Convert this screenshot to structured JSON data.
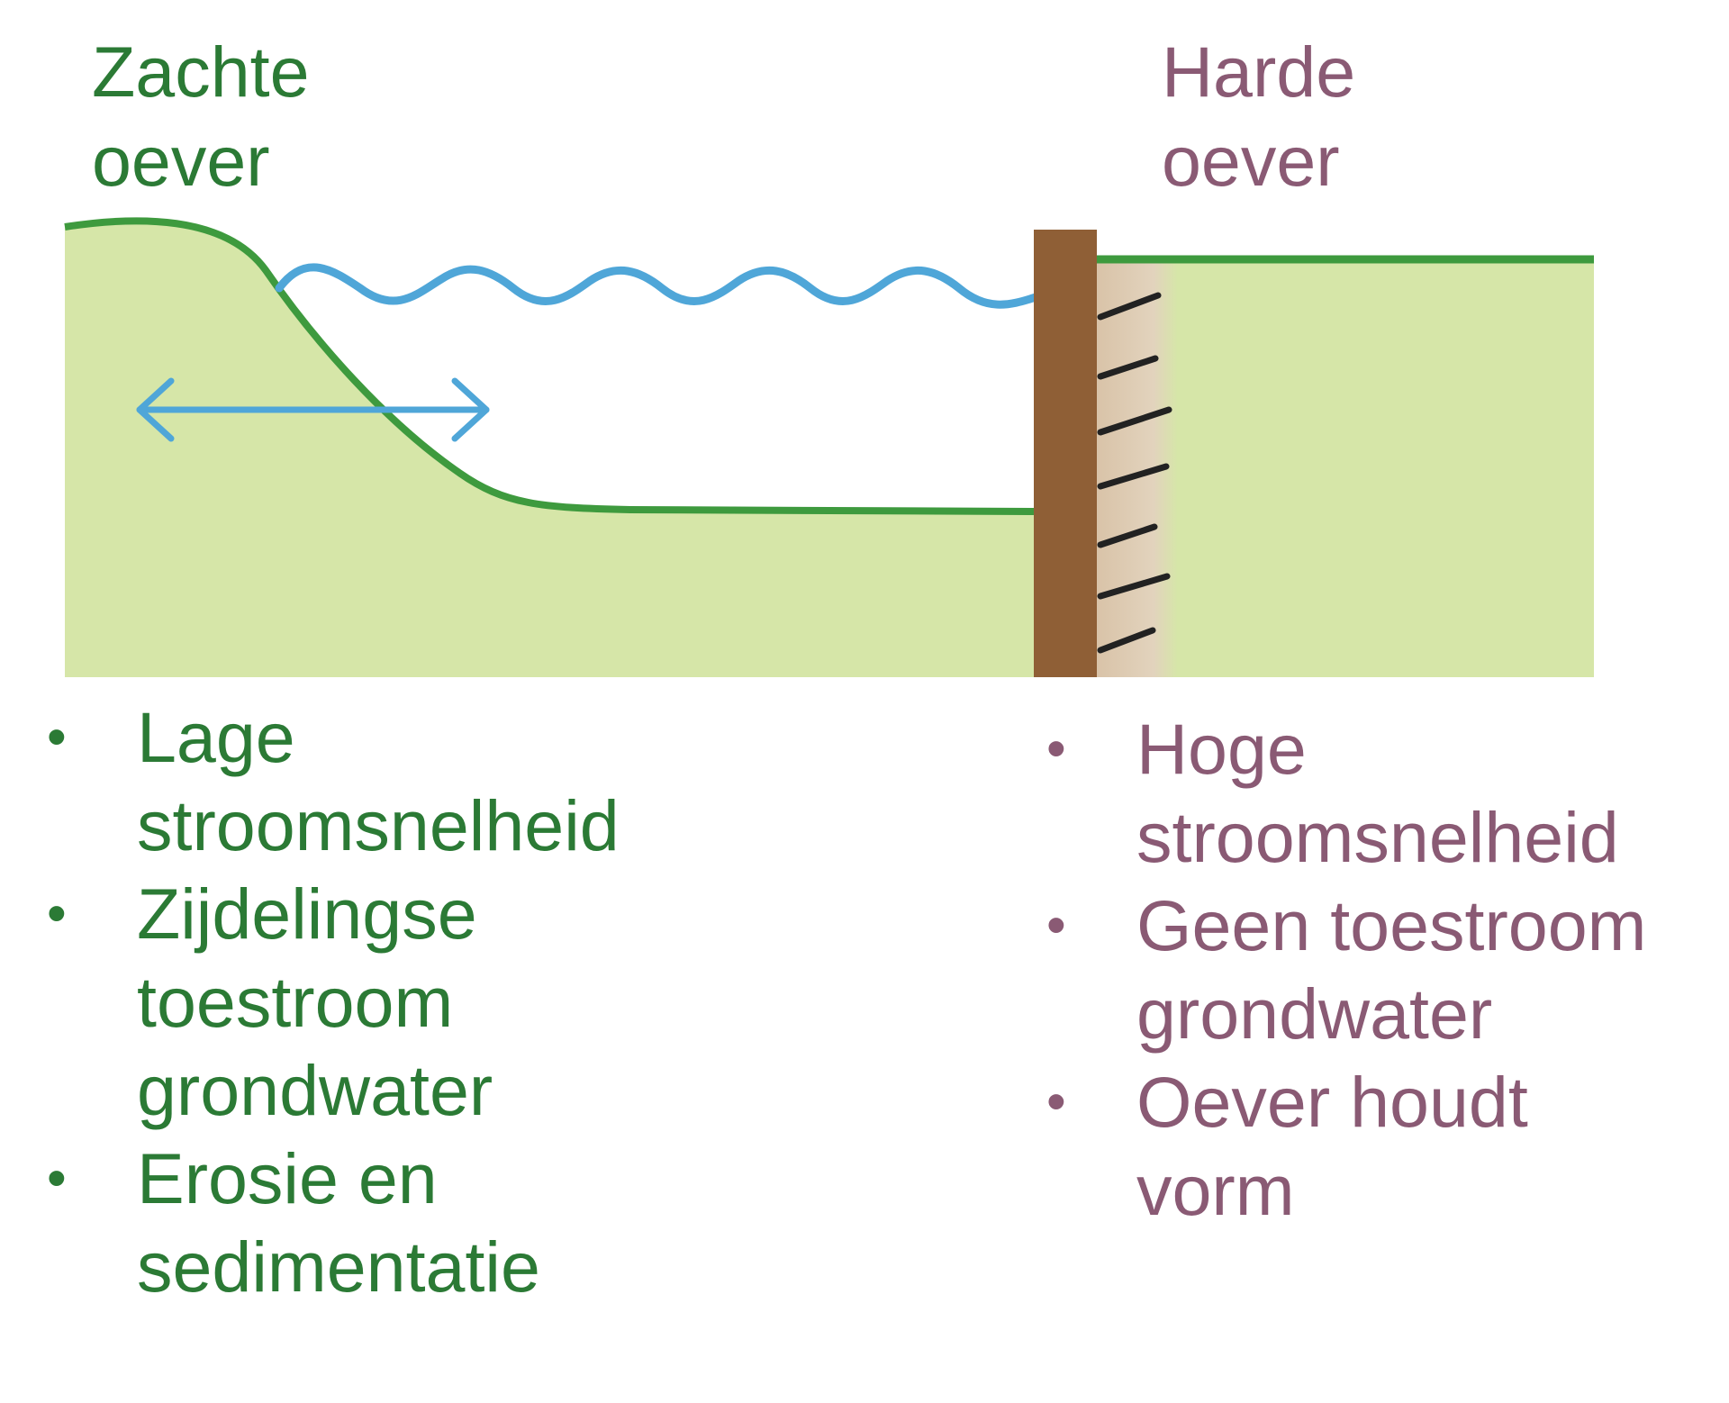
{
  "soft_bank": {
    "title": "Zachte\noever",
    "items": [
      "Lage\nstroomsnelheid",
      "Zijdelingse\ntoestroom\ngrondwater",
      "Erosie en\nsedimentatie"
    ]
  },
  "hard_bank": {
    "title": "Harde\noever",
    "items": [
      "Hoge\nstroomsnelheid",
      "Geen toestroom\ngrondwater",
      "Oever houdt\nvorm"
    ]
  },
  "colors": {
    "soft_text": "#2b7a35",
    "hard_text": "#8a5a74",
    "ground_fill": "#d6e6a8",
    "ground_line": "#3e9a3e",
    "water_line": "#4fa6d8",
    "wall": "#8f5f36"
  },
  "icons": {
    "flow_arrow": "double-arrow-icon",
    "wave": "water-wave-icon",
    "wall": "sheet-pile-wall-icon",
    "anchors": "anchor-rods-icon"
  }
}
